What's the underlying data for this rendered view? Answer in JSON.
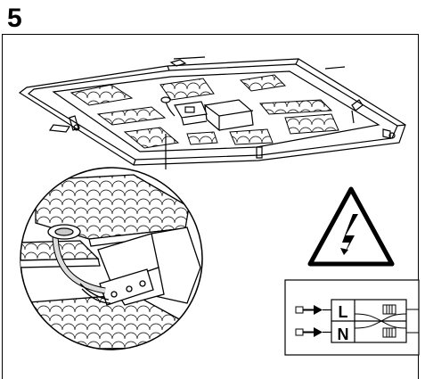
{
  "step": {
    "number": "5"
  },
  "wiring": {
    "terminals": [
      {
        "label": "L"
      },
      {
        "label": "N"
      }
    ]
  },
  "icons": {
    "warning": "high-voltage-warning-icon",
    "arrow": "arrow-right-icon",
    "connector": "wire-connector-icon"
  },
  "colors": {
    "line": "#000000",
    "background": "#ffffff"
  }
}
